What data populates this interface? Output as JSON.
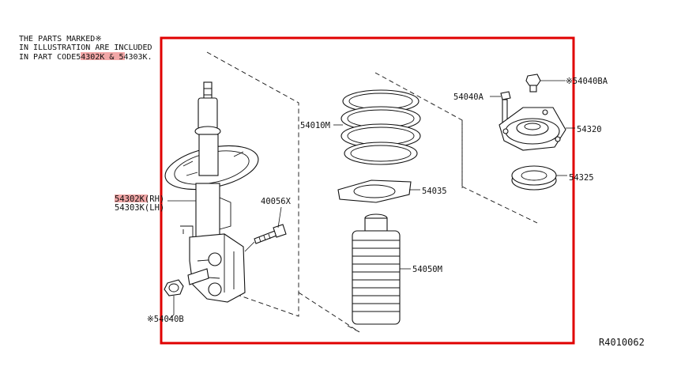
{
  "diagram": {
    "note_line1": "THE PARTS MARKED※",
    "note_line2": "IN ILLUSTRATION ARE INCLUDED",
    "note_line3_prefix": "IN PART CODE",
    "note_code_a": "54302K",
    "note_amp": " & ",
    "note_code_b": "54303K.",
    "ref_id": "R4010062",
    "frame_color": "#e00000",
    "highlight_color": "#f2a7a7",
    "parts": {
      "strut_rh": "54302K(RH)",
      "strut_lh": "54303K(LH)",
      "bolt": "40056X",
      "spring": "54010M",
      "seat": "54035",
      "bound_bumper": "54050M",
      "mount_nut": "54040A",
      "mount_nut_top": "※54040BA",
      "mount": "54320",
      "bearing": "54325",
      "lower_nut": "※54040B"
    }
  }
}
